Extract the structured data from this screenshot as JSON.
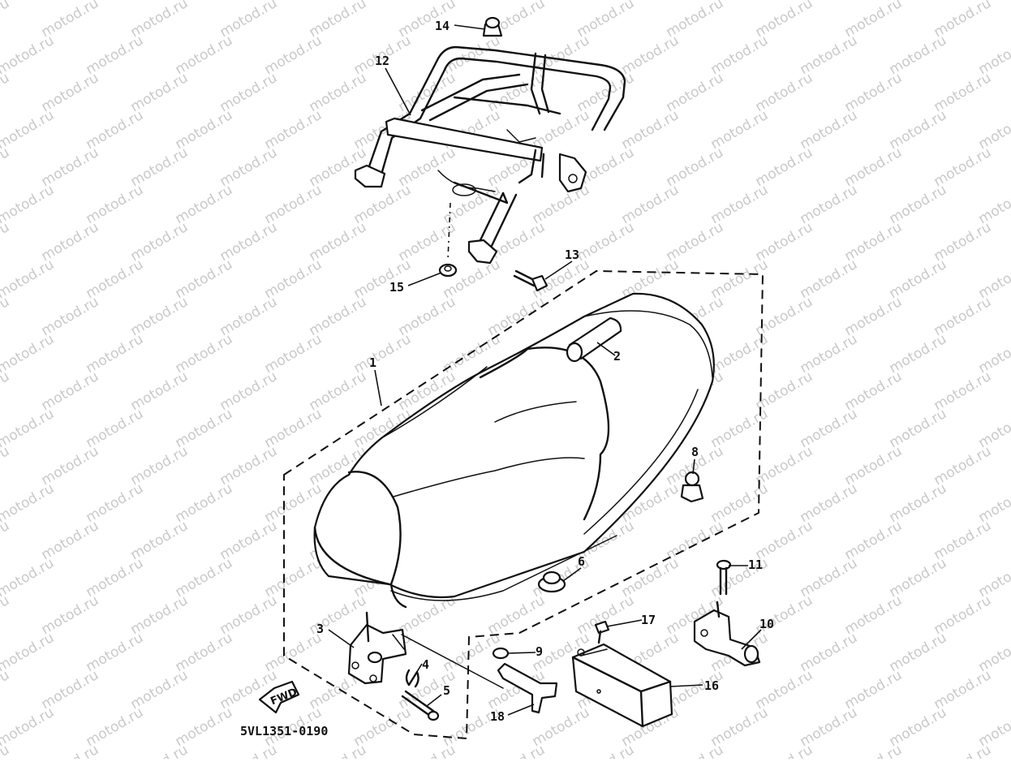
{
  "watermark": "motod.ru",
  "drawing_code": "5VL1351-0190",
  "direction_arrow": "FWD",
  "callouts": [
    {
      "id": "p1",
      "label": "1"
    },
    {
      "id": "p2",
      "label": "2"
    },
    {
      "id": "p3",
      "label": "3"
    },
    {
      "id": "p4",
      "label": "4"
    },
    {
      "id": "p5",
      "label": "5"
    },
    {
      "id": "p6",
      "label": "6"
    },
    {
      "id": "p8",
      "label": "8"
    },
    {
      "id": "p9",
      "label": "9"
    },
    {
      "id": "p10",
      "label": "10"
    },
    {
      "id": "p11",
      "label": "11"
    },
    {
      "id": "p12",
      "label": "12"
    },
    {
      "id": "p13",
      "label": "13"
    },
    {
      "id": "p14",
      "label": "14"
    },
    {
      "id": "p15",
      "label": "15"
    },
    {
      "id": "p16",
      "label": "16"
    },
    {
      "id": "p17",
      "label": "17"
    },
    {
      "id": "p18",
      "label": "18"
    }
  ],
  "colors": {
    "ink": "#111111",
    "watermark": "#c9c9c9",
    "paper": "#ffffff"
  }
}
